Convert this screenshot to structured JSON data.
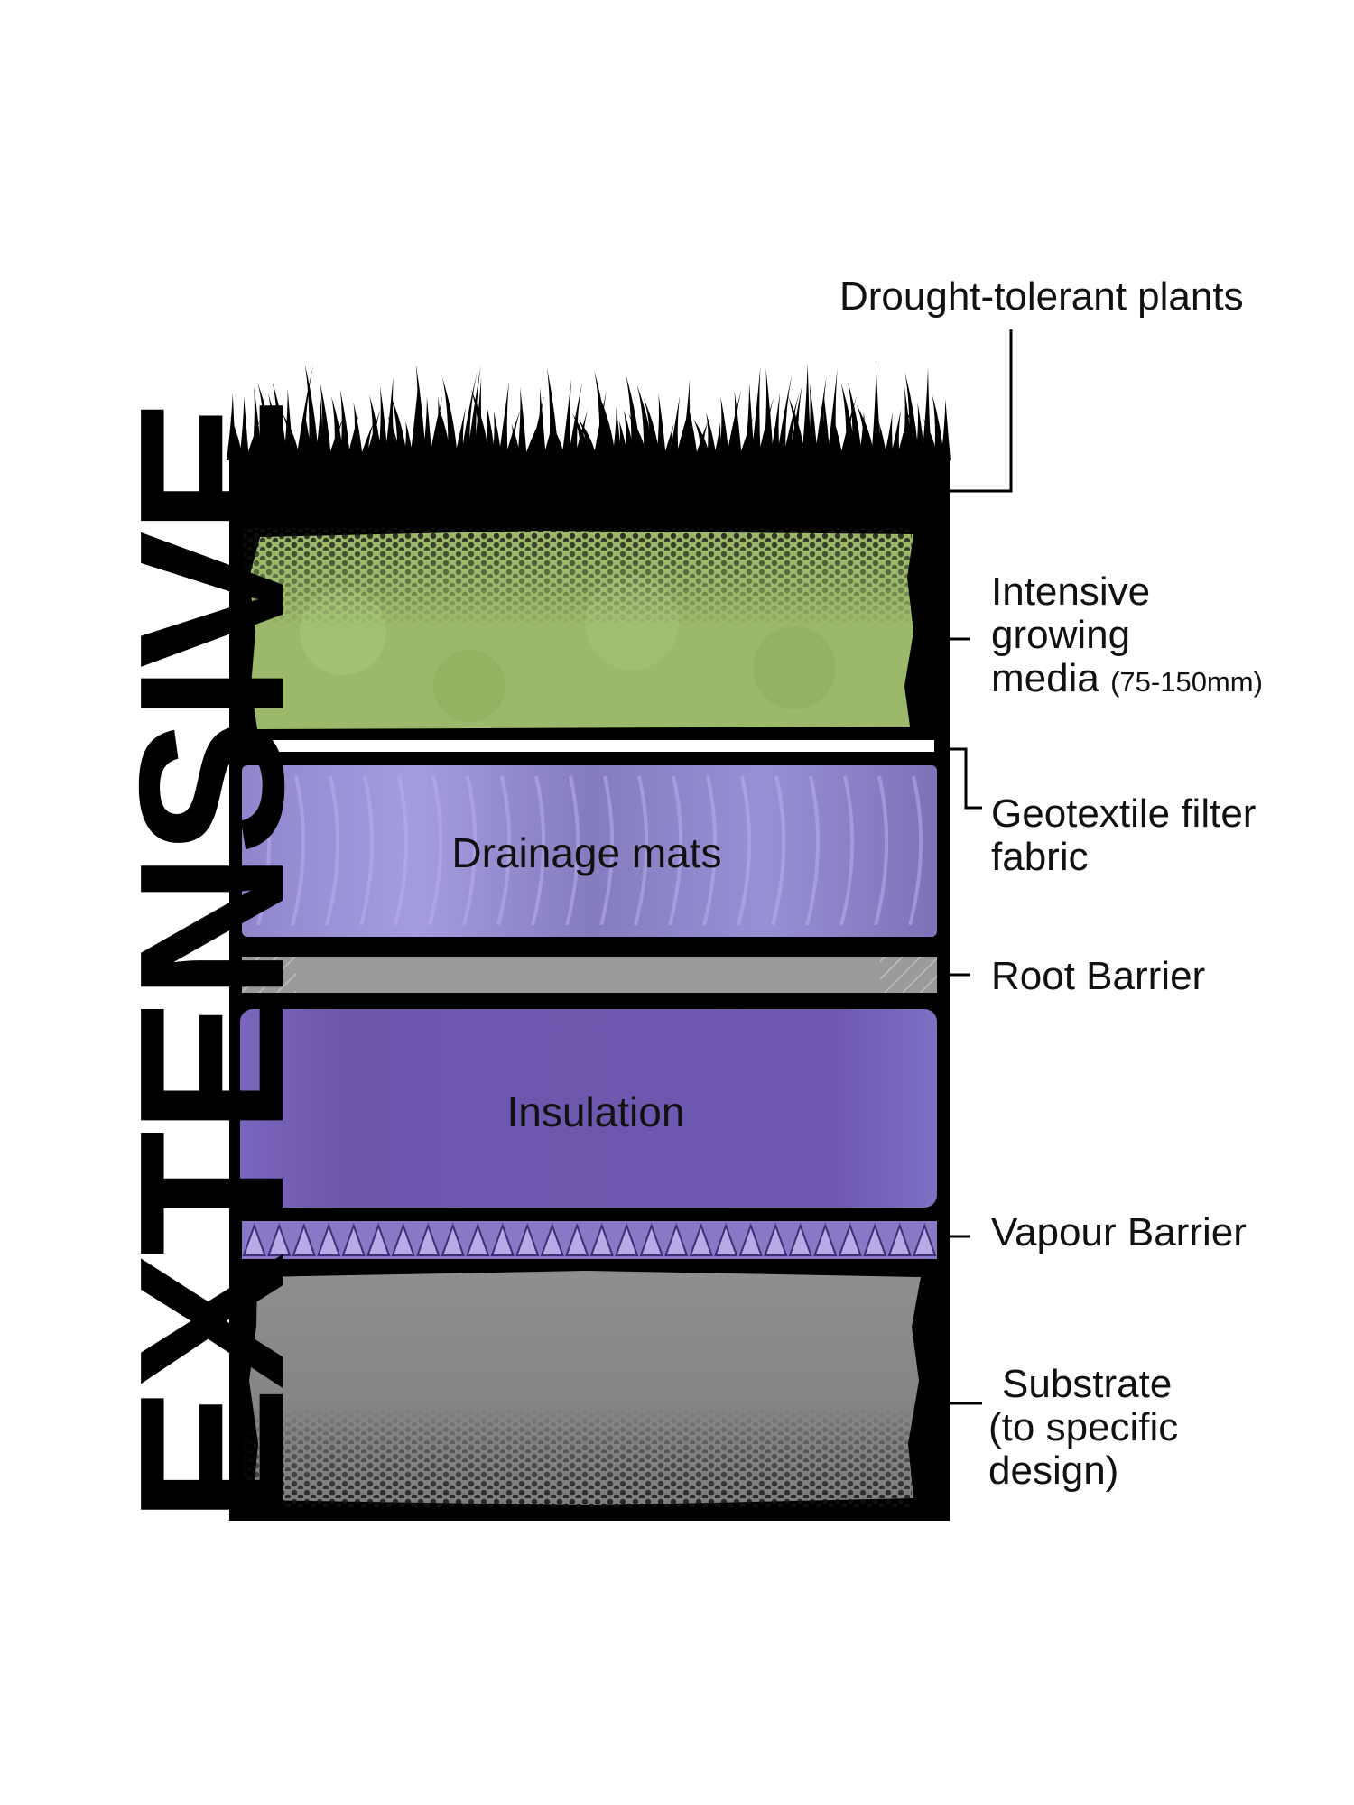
{
  "title": "EXTENSIVE",
  "colors": {
    "frame": "#000000",
    "growing_media": "#9cb86a",
    "drainage": "#8a80c4",
    "root_barrier": "#9a9a9a",
    "insulation": "#6f58b0",
    "vapour_barrier": "#8a78c6",
    "substrate": "#8a8a8a"
  },
  "layers": {
    "plants": {
      "label": "Drought-tolerant plants",
      "icon": "grass-icon"
    },
    "growing_media": {
      "line1": "Intensive",
      "line2": "growing",
      "line3": "media",
      "note": "(75-150mm)"
    },
    "geotextile": {
      "line1": "Geotextile filter",
      "line2": "fabric"
    },
    "drainage": {
      "label": "Drainage mats"
    },
    "root_barrier": {
      "label": "Root Barrier"
    },
    "insulation": {
      "label": "Insulation"
    },
    "vapour_barrier": {
      "label": "Vapour Barrier"
    },
    "substrate": {
      "line1": "Substrate",
      "line2": "(to specific",
      "line3": "design)"
    }
  }
}
